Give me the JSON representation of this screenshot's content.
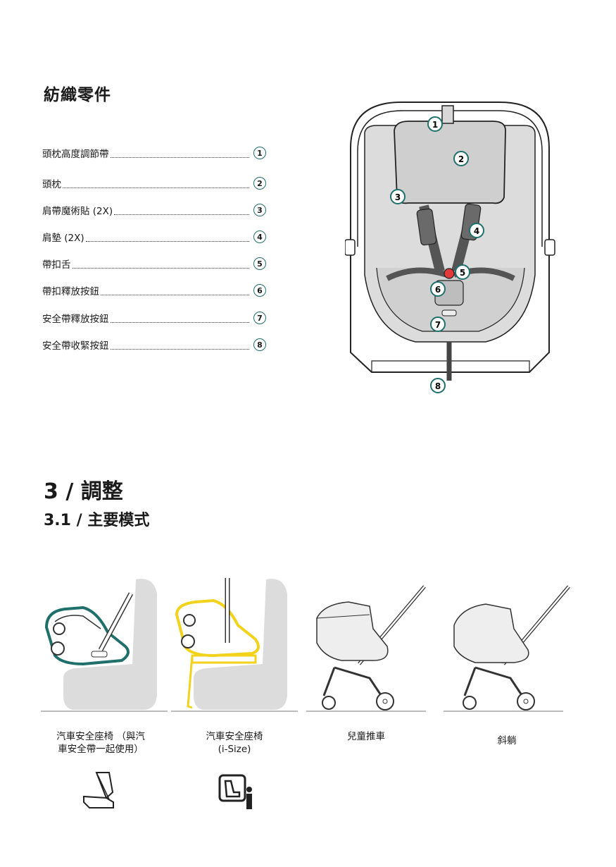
{
  "fabric_section": {
    "title": "紡織零件",
    "parts": [
      {
        "label": "頭枕高度調節帶",
        "num": "1"
      },
      {
        "label": "頭枕",
        "num": "2"
      },
      {
        "label": "肩帶魔術貼 (2X)",
        "num": "3"
      },
      {
        "label": "肩墊 (2X)",
        "num": "4"
      },
      {
        "label": "帶扣舌",
        "num": "5"
      },
      {
        "label": "帶扣釋放按鈕",
        "num": "6"
      },
      {
        "label": "安全帶釋放按鈕",
        "num": "7"
      },
      {
        "label": "安全帶收緊按鈕",
        "num": "8"
      }
    ]
  },
  "diagram_callouts": [
    "1",
    "2",
    "3",
    "4",
    "5",
    "6",
    "7",
    "8"
  ],
  "adjust_section": {
    "heading": "3 / 調整",
    "subheading": "3.1 / 主要模式",
    "modes": [
      {
        "caption": "汽車安全座椅 （與汽\n車安全帶一起使用）",
        "icon": "belted-seat-icon"
      },
      {
        "caption": "汽車安全座椅\n(i-Size)",
        "icon": "isize-icon"
      },
      {
        "caption": "兒童推車"
      },
      {
        "caption": "斜躺"
      }
    ]
  },
  "colors": {
    "accent": "#1f6f6b",
    "highlight": "#f2d21b",
    "fabric": "#d9d9d9",
    "text": "#1a1a1a"
  }
}
